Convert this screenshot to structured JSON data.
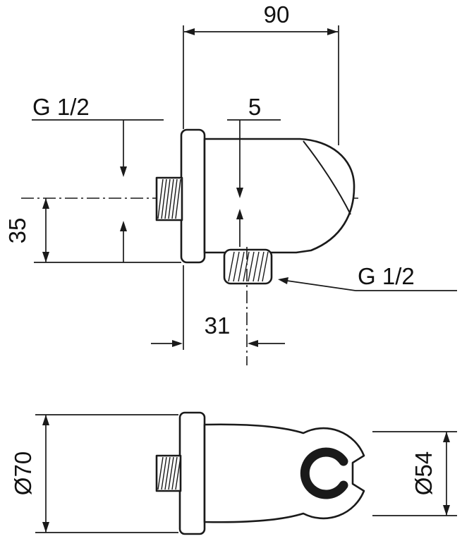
{
  "drawing": {
    "views": {
      "side_view": {
        "dim_width": "90",
        "dim_offset": "5",
        "inlet_thread": "G 1/2",
        "dim_height": "35",
        "dim_outlet_offset": "31",
        "outlet_thread": "G 1/2"
      },
      "plan_view": {
        "flange_diameter": "Ø70",
        "holder_diameter": "Ø54"
      }
    },
    "colors": {
      "line": "#1a1a1a",
      "background": "#ffffff"
    }
  }
}
